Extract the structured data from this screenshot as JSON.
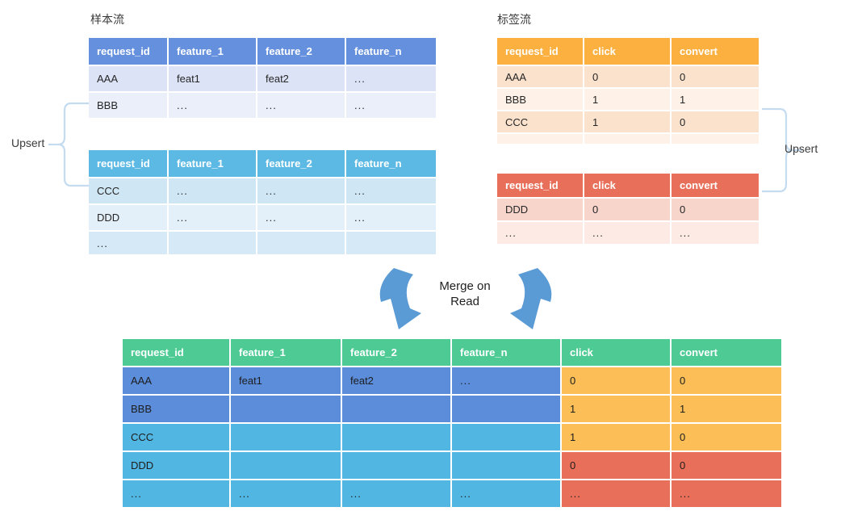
{
  "diagram": {
    "title": "Merge on Read stream join diagram",
    "merge_label_line1": "Merge on",
    "merge_label_line2": "Read",
    "upsert_left_label": "Upsert",
    "upsert_right_label": "Upsert"
  },
  "colors": {
    "sample_header_1": "#6590dd",
    "sample_header_2": "#5cb9e4",
    "label_header_1": "#fbb040",
    "label_header_2": "#e8705a",
    "merged_header": "#4ecb95",
    "merged_blue": "#5b8ddb",
    "merged_cyan": "#52b6e2",
    "merged_orange": "#fcbe56",
    "merged_red": "#e8705a",
    "arrow": "#5b9bd5",
    "brace": "#c5dcf0"
  },
  "sample_stream": {
    "caption": "样本流",
    "table1": {
      "columns": [
        "request_id",
        "feature_1",
        "feature_2",
        "feature_n"
      ],
      "rows": [
        [
          "AAA",
          "feat1",
          "feat2",
          "..."
        ],
        [
          "BBB",
          "...",
          "...",
          "..."
        ]
      ]
    },
    "table2": {
      "columns": [
        "request_id",
        "feature_1",
        "feature_2",
        "feature_n"
      ],
      "rows": [
        [
          "CCC",
          "...",
          "...",
          "..."
        ],
        [
          "DDD",
          "...",
          "...",
          "..."
        ],
        [
          "...",
          "",
          "",
          ""
        ]
      ]
    }
  },
  "label_stream": {
    "caption": "标签流",
    "table1": {
      "columns": [
        "request_id",
        "click",
        "convert"
      ],
      "rows": [
        [
          "AAA",
          "0",
          "0"
        ],
        [
          "BBB",
          "1",
          "1"
        ],
        [
          "CCC",
          "1",
          "0"
        ],
        [
          "",
          "",
          ""
        ]
      ]
    },
    "table2": {
      "columns": [
        "request_id",
        "click",
        "convert"
      ],
      "rows": [
        [
          "DDD",
          "0",
          "0"
        ],
        [
          "...",
          "...",
          "..."
        ]
      ]
    }
  },
  "merged_table": {
    "columns": [
      "request_id",
      "feature_1",
      "feature_2",
      "feature_n",
      "click",
      "convert"
    ],
    "rows": [
      {
        "cells": [
          "AAA",
          "feat1",
          "feat2",
          "...",
          "0",
          "0"
        ],
        "feature_fill": "blue",
        "label_fill": "orange"
      },
      {
        "cells": [
          "BBB",
          "",
          "",
          "",
          "1",
          "1"
        ],
        "feature_fill": "blue",
        "label_fill": "orange"
      },
      {
        "cells": [
          "CCC",
          "",
          "",
          "",
          "1",
          "0"
        ],
        "feature_fill": "cyan",
        "label_fill": "orange"
      },
      {
        "cells": [
          "DDD",
          "",
          "",
          "",
          "0",
          "0"
        ],
        "feature_fill": "cyan",
        "label_fill": "red"
      },
      {
        "cells": [
          "...",
          "...",
          "...",
          "...",
          "...",
          "..."
        ],
        "feature_fill": "cyan",
        "label_fill": "red"
      }
    ]
  }
}
